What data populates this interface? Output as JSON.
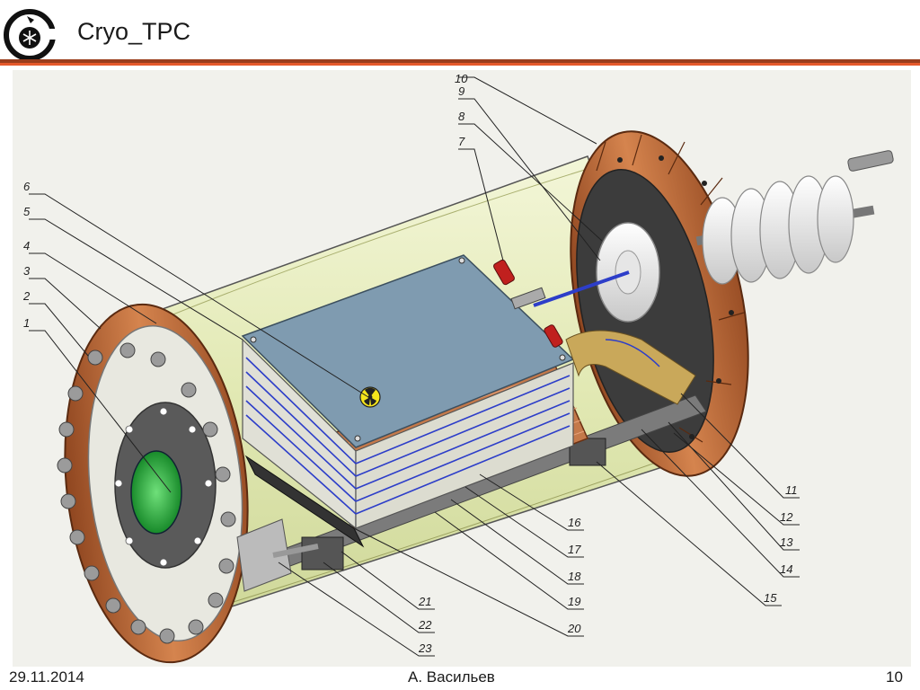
{
  "header": {
    "title": "Cryo_TPC"
  },
  "footer": {
    "date": "29.11.2014",
    "author": "А. Васильев",
    "page": "10"
  },
  "diagram": {
    "callouts": [
      "1",
      "2",
      "3",
      "4",
      "5",
      "6",
      "7",
      "8",
      "9",
      "10",
      "11",
      "12",
      "13",
      "14",
      "15",
      "16",
      "17",
      "18",
      "19",
      "20",
      "21",
      "22",
      "23"
    ]
  },
  "colors": {
    "accent": "#e5592b",
    "accent_dark": "#9a3d1c",
    "copper": "#c06a3a",
    "shell": "#e8eec0",
    "plate": "#7f9bb0",
    "ceramic": "#f2f2f2"
  }
}
